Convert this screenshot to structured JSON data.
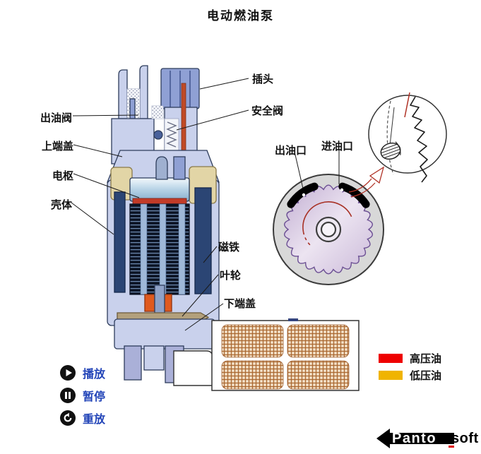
{
  "title": "电动燃油泵",
  "callouts": {
    "outlet_valve": "出油阀",
    "upper_end_cap": "上端盖",
    "armature": "电枢",
    "housing": "壳体",
    "plug": "插头",
    "safety_valve": "安全阀",
    "magnet": "磁铁",
    "impeller": "叶轮",
    "lower_end_cap": "下端盖",
    "oil_outlet": "出油口",
    "oil_inlet": "进油口"
  },
  "legend": {
    "items": [
      {
        "label": "高压油",
        "color": "#ee0000"
      },
      {
        "label": "低压油",
        "color": "#f0b400"
      }
    ]
  },
  "controls": {
    "items": [
      {
        "id": "play",
        "label": "播放",
        "icon": "play-icon"
      },
      {
        "id": "pause",
        "label": "暂停",
        "icon": "pause-icon"
      },
      {
        "id": "replay",
        "label": "重放",
        "icon": "replay-icon"
      }
    ]
  },
  "logo": {
    "text_on_arrow": "Panto",
    "text_after": "soft"
  }
}
